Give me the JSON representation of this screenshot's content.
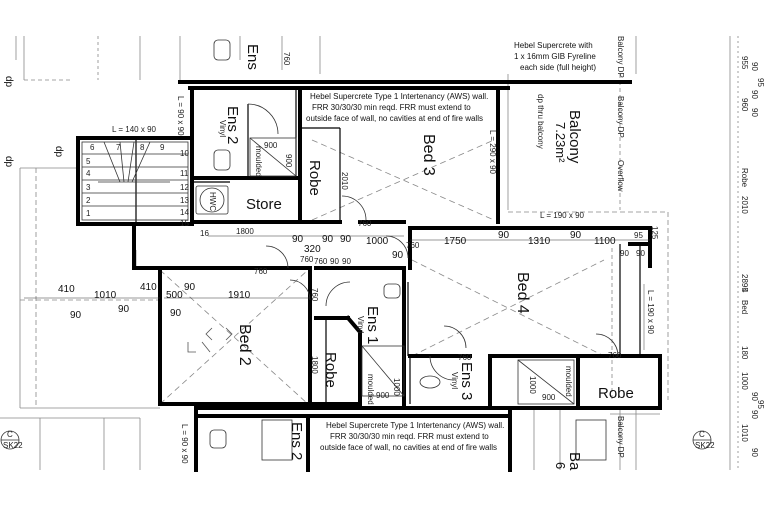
{
  "notes": {
    "top_right": [
      "Hebel Supercrete with",
      "1 x 16mm GIB Fyreline",
      "each side (full height)"
    ],
    "intertenancy_top": [
      "Hebel Supercrete Type 1 Intertenancy (AWS) wall.",
      "FRR 30/30/30 min reqd. FRR must extend to",
      "outside face of wall, no cavities at end of fire walls"
    ],
    "intertenancy_bottom": [
      "Hebel Supercrete Type 1 Intertenancy (AWS) wall.",
      "FRR 30/30/30 min reqd. FRR must extend to",
      "outside face of wall, no cavities at end of fire walls"
    ]
  },
  "rooms": {
    "ens2": "Ens 2",
    "ens_top": "Ens",
    "bed3": "Bed 3",
    "robe_bed3": "Robe",
    "store": "Store",
    "balcony": "Balcony",
    "balcony_area": "7.23m²",
    "bed4": "Bed 4",
    "ens1": "Ens 1",
    "bed2": "Bed 2",
    "robe_bed2": "Robe",
    "ens3": "Ens 3",
    "robe_bed4": "Robe",
    "ens2_bottom": "Ens 2",
    "bed_bottom": "Ba",
    "bed_bottom_num": "6"
  },
  "labels": {
    "vinyl": "Vinyl",
    "moulded": "moulded",
    "hwc": "HWC",
    "dp": "dp",
    "dp_thru_balcony": "dp thru balcony",
    "balcony_dp": "Balcony DP",
    "overflow": "Overflow",
    "balcony_dp_bottom": "Balcony DP",
    "beam_140": "L = 140 x 90",
    "beam_90": "L = 90 x 90",
    "beam_290": "L = 290 x 90",
    "beam_190_top": "L = 190 x 90",
    "beam_190_side": "L = 190 x 90",
    "beam_90_bottom": "L = 90 x 90",
    "section": "C",
    "section_sheet": "SK22"
  },
  "stairs": {
    "left": [
      "6",
      "5",
      "4",
      "3",
      "2",
      "1"
    ],
    "top": [
      "7",
      "8",
      "9"
    ],
    "right": [
      "10",
      "11",
      "12",
      "13",
      "14",
      "15"
    ],
    "bottom_right": "16"
  },
  "fixtures": {
    "shower_ens2": [
      "900",
      "900"
    ],
    "shower_ens1": [
      "1000",
      "900"
    ],
    "shower_ens3": [
      "1000",
      "900"
    ]
  },
  "dimensions": {
    "d760_top": "760",
    "d2010": "2010",
    "d1800_store": "1800",
    "d760_store": "760",
    "d90a": "90",
    "d320": "320",
    "d90b": "90",
    "d90c": "90",
    "d1000": "1000",
    "d90d": "90",
    "d1750": "1750",
    "d90e": "90",
    "d1310": "1310",
    "d90f": "90",
    "d1100": "1100",
    "d95": "95",
    "d125": "125",
    "d90g": "90",
    "d90h": "90",
    "d760_hall": "760",
    "d760_hall2": "760",
    "d760_ens1": "760",
    "d760_bed4": "760",
    "d760_bed4b": "760",
    "d760_ens3": "760",
    "d410a": "410",
    "d1010": "1010",
    "d410b": "410",
    "d500": "500",
    "d90i": "90",
    "d1910": "1910",
    "d90j": "90",
    "d90k": "90",
    "d90l": "90",
    "d1800_robe": "1800",
    "d760_robe": "760",
    "d90m": "90",
    "d90n": "90"
  },
  "right_strip": {
    "values": [
      "955",
      "90",
      "95",
      "90",
      "960",
      "90",
      "2010",
      "Robe",
      "2895",
      "Bed",
      "4",
      "180",
      "1000",
      "90",
      "95",
      "90",
      "1010",
      "90"
    ]
  }
}
